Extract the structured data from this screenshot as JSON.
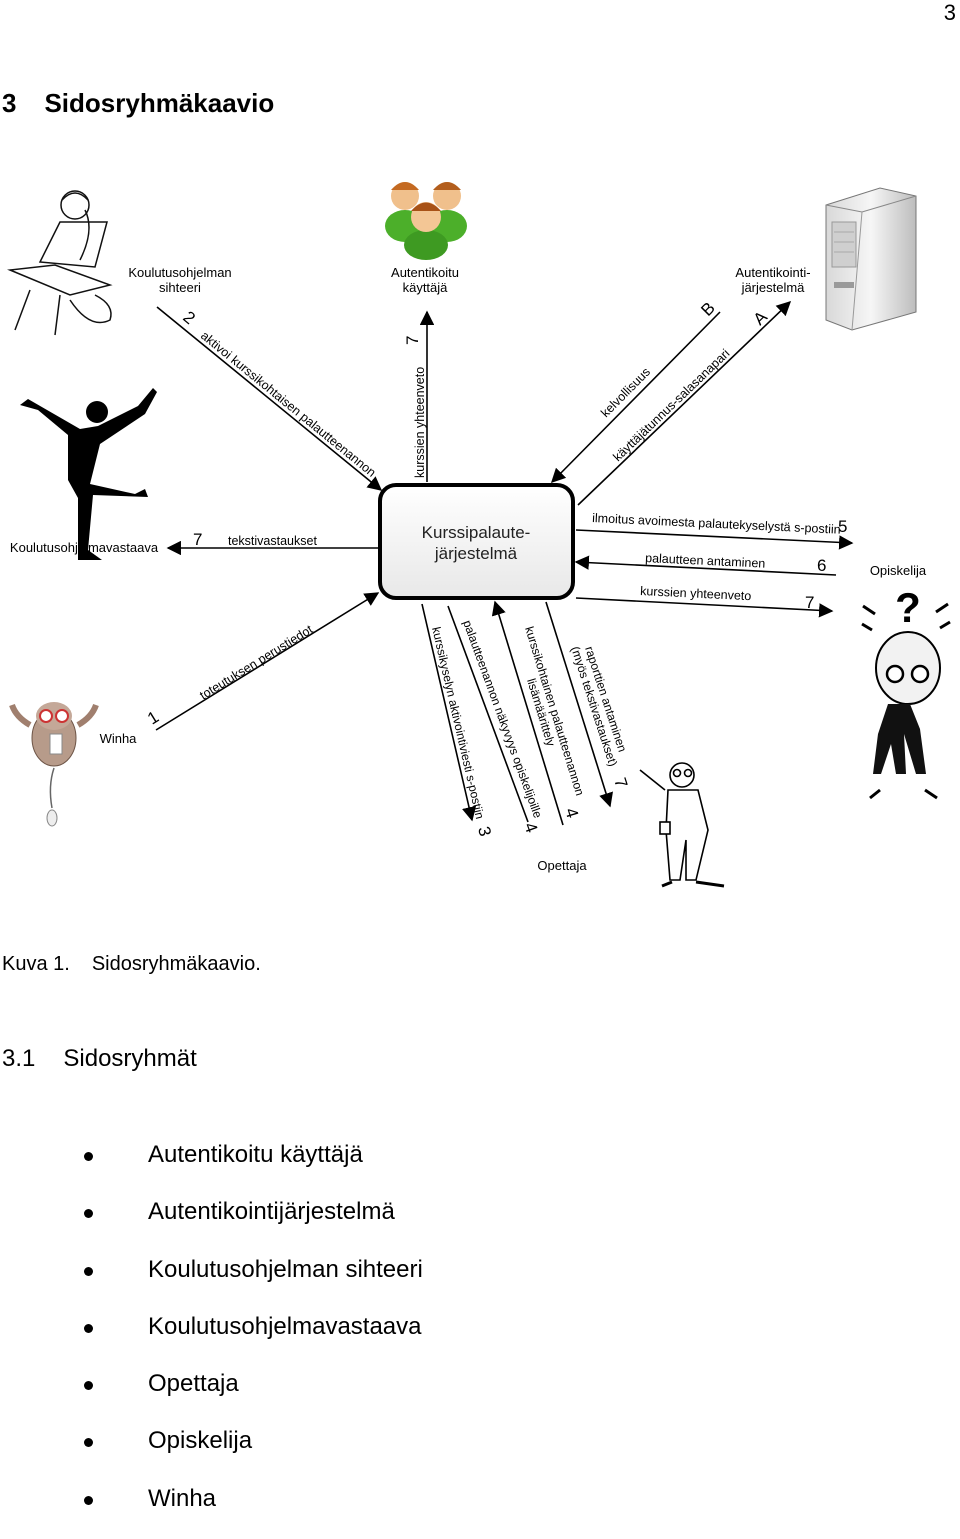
{
  "page_number": "3",
  "heading": {
    "number": "3",
    "title": "Sidosryhmäkaavio"
  },
  "diagram": {
    "center": {
      "line1": "Kurssipalaute-",
      "line2": "järjestelmä"
    },
    "actors": {
      "sihteeri": {
        "line1": "Koulutusohjelman",
        "line2": "sihteeri"
      },
      "kayttaja": {
        "line1": "Autentikoitu",
        "line2": "käyttäjä"
      },
      "autentikointi": {
        "line1": "Autentikointi-",
        "line2": "järjestelmä"
      },
      "vastaava": "Koulutusohjelmavastaava",
      "opiskelija": "Opiskelija",
      "winha": "Winha",
      "opettaja": "Opettaja"
    },
    "flows": {
      "f2": {
        "label": "aktivoi kurssikohtaisen palautteenannon",
        "number": "2"
      },
      "f7_user": {
        "label": "kurssien yhteenveto",
        "number": "7"
      },
      "fB": {
        "label": "kelvollisuus",
        "number": "B"
      },
      "fA": {
        "label": "käyttäjätunnus-salasanapari",
        "number": "A"
      },
      "f7_resp": {
        "label": "tekstivastaukset",
        "number": "7"
      },
      "f5": {
        "label": "ilmoitus avoimesta palautekyselystä s-postiin",
        "number": "5"
      },
      "f6": {
        "label": "palautteen antaminen",
        "number": "6"
      },
      "f7_stud": {
        "label": "kurssien yhteenveto",
        "number": "7"
      },
      "f1": {
        "label": "toteutuksen perustiedot",
        "number": "1"
      },
      "f3": {
        "label": "kurssikyselyn aktivointiviesti s-postiin",
        "number": "3"
      },
      "f4a": {
        "label": "palautteenannon näkyvyys opiskelijoille",
        "number": "4"
      },
      "f4b": {
        "line1": "kurssikohtainen palautteenannon",
        "line2": "lisämäärittely",
        "number": "4"
      },
      "f7_teach": {
        "line1": "raporttien antaminen",
        "line2": "(myös tekstivastaukset)",
        "number": "7"
      }
    }
  },
  "caption": {
    "label": "Kuva 1.",
    "text": "Sidosryhmäkaavio."
  },
  "subheading": {
    "number": "3.1",
    "title": "Sidosryhmät"
  },
  "stakeholders": [
    "Autentikoitu käyttäjä",
    "Autentikointijärjestelmä",
    "Koulutusohjelman sihteeri",
    "Koulutusohjelmavastaava",
    "Opettaja",
    "Opiskelija",
    "Winha"
  ]
}
